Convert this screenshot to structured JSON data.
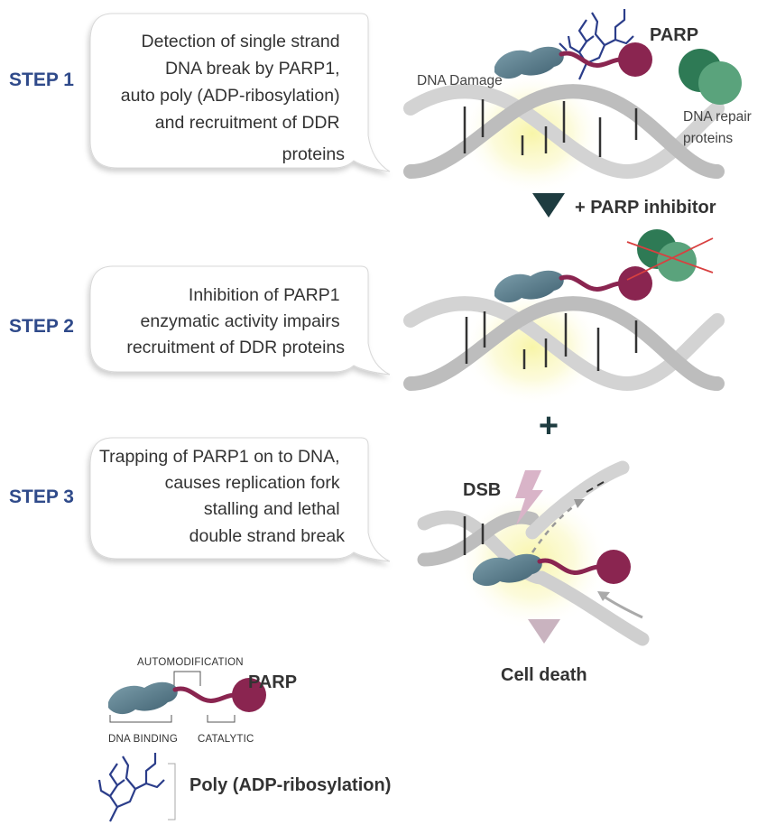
{
  "steps": [
    {
      "label": "STEP 1",
      "lines": [
        "Detection of single strand",
        "DNA break by PARP1,",
        "auto poly (ADP-ribosylation)",
        "and recruitment of DDR",
        "proteins"
      ]
    },
    {
      "label": "STEP 2",
      "lines": [
        "Inhibition of PARP1",
        "enzymatic activity impairs",
        "recruitment of DDR proteins"
      ]
    },
    {
      "label": "STEP 3",
      "lines": [
        "Trapping of PARP1 on to DNA,",
        "causes replication fork",
        "stalling and lethal",
        "double strand break"
      ]
    }
  ],
  "labels": {
    "dna_damage": "DNA Damage",
    "parp_top": "PARP",
    "dna_repair_line1": "DNA repair",
    "dna_repair_line2": "proteins",
    "parp_inhibitor": "+ PARP inhibitor",
    "plus": "+",
    "dsb": "DSB",
    "cell_death": "Cell death"
  },
  "legend": {
    "automodification": "AUTOMODIFICATION",
    "parp": "PARP",
    "dna_binding": "DNA BINDING",
    "catalytic": "CATALYTIC",
    "poly_adp": "Poly (ADP-ribosylation)"
  },
  "colors": {
    "step_blue": "#2f4a8a",
    "parp_body": "#8a2550",
    "parp_linker": "#8a2550",
    "binding_domain": "#4f7382",
    "repair_dark": "#2e7a55",
    "repair_light": "#5aa37c",
    "cross_red": "#d84040",
    "dna_gray": "#cfcfcf",
    "glow": "#f6f3a0",
    "arrow_dark": "#1e3c40",
    "cell_death_arrow": "#c9b3bf",
    "lightning": "#d9b4c8",
    "poly_chain": "#2b3d8a"
  }
}
